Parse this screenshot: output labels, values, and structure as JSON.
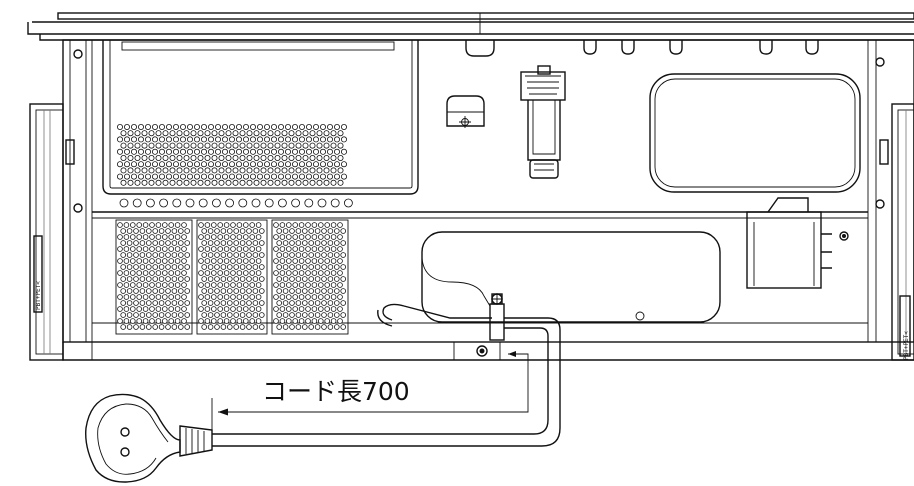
{
  "dimension": {
    "label": "コード長700"
  },
  "side_labels": {
    "left": "PBT+PET<",
    "right": "PBT+PET<"
  },
  "colors": {
    "line": "#111111",
    "background": "#ffffff",
    "hatch": "#777777"
  }
}
